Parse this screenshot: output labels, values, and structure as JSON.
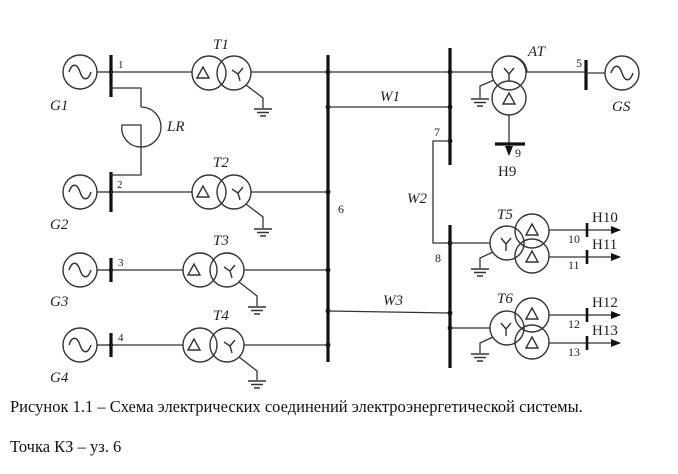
{
  "diagram": {
    "title": "Electrical connection scheme of power system",
    "generators": [
      {
        "id": "G1",
        "label": "G1",
        "bus": "1"
      },
      {
        "id": "G2",
        "label": "G2",
        "bus": "2"
      },
      {
        "id": "G3",
        "label": "G3",
        "bus": "3"
      },
      {
        "id": "G4",
        "label": "G4",
        "bus": "4"
      },
      {
        "id": "GS",
        "label": "GS",
        "bus": "5"
      }
    ],
    "transformers": [
      {
        "id": "T1",
        "label": "T1",
        "windings": [
          "delta",
          "wye-grounded"
        ]
      },
      {
        "id": "T2",
        "label": "T2",
        "windings": [
          "delta",
          "wye-grounded"
        ]
      },
      {
        "id": "T3",
        "label": "T3",
        "windings": [
          "delta",
          "wye-grounded"
        ]
      },
      {
        "id": "T4",
        "label": "T4",
        "windings": [
          "delta",
          "wye-grounded"
        ]
      },
      {
        "id": "T5",
        "label": "T5",
        "windings": [
          "wye-grounded",
          "delta",
          "delta"
        ]
      },
      {
        "id": "T6",
        "label": "T6",
        "windings": [
          "wye-grounded",
          "delta",
          "delta"
        ]
      },
      {
        "id": "AT",
        "label": "AT",
        "windings": [
          "autotransformer-wye-grounded",
          "delta"
        ]
      }
    ],
    "reactor": {
      "id": "LR",
      "label": "LR"
    },
    "lines": [
      {
        "id": "W1",
        "label": "W1"
      },
      {
        "id": "W2",
        "label": "W2"
      },
      {
        "id": "W3",
        "label": "W3"
      }
    ],
    "nodes": [
      "1",
      "2",
      "3",
      "4",
      "5",
      "6",
      "7",
      "8",
      "9",
      "10",
      "11",
      "12",
      "13"
    ],
    "loads": [
      {
        "id": "H9",
        "label": "Н9",
        "node": "9"
      },
      {
        "id": "H10",
        "label": "Н10",
        "node": "10"
      },
      {
        "id": "H11",
        "label": "Н11",
        "node": "11"
      },
      {
        "id": "H12",
        "label": "Н12",
        "node": "12"
      },
      {
        "id": "H13",
        "label": "Н13",
        "node": "13"
      }
    ]
  },
  "caption": "Рисунок 1.1 – Схема электрических соединений электроэнергетической системы.",
  "fault_point": "Точка КЗ – уз. 6"
}
